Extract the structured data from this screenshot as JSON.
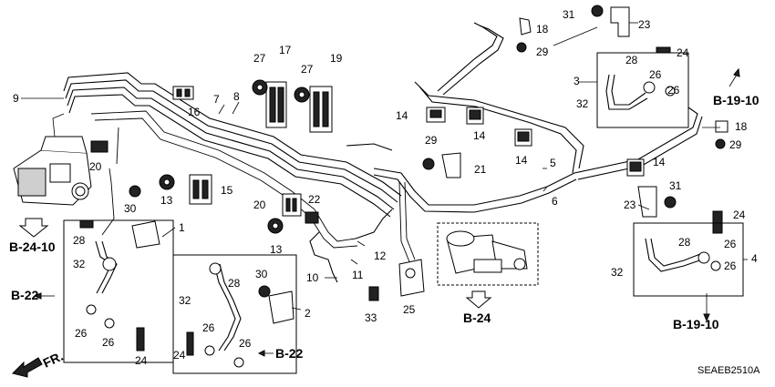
{
  "callouts": {
    "c1": "1",
    "c2": "2",
    "c3": "3",
    "c4": "4",
    "c5": "5",
    "c6": "6",
    "c7": "7",
    "c8": "8",
    "c9": "9",
    "c10a": "10",
    "c11": "11",
    "c12": "12",
    "c13a": "13",
    "c13b": "13",
    "c14a": "14",
    "c14b": "14",
    "c14c": "14",
    "c14d": "14",
    "c15": "15",
    "c16": "16",
    "c17": "17",
    "c18a": "18",
    "c18b": "18",
    "c19": "19",
    "c20a": "20",
    "c20b": "20",
    "c21": "21",
    "c22": "22",
    "c23a": "23",
    "c23b": "23",
    "c24a": "24",
    "c24b": "24",
    "c24c": "24",
    "c24d": "24",
    "c25": "25",
    "c26a": "26",
    "c26b": "26",
    "c26c": "26",
    "c26d": "26",
    "c26e": "26",
    "c26f": "26",
    "c26g": "26",
    "c26h": "26",
    "c27a": "27",
    "c27b": "27",
    "c28a": "28",
    "c28b": "28",
    "c28c": "28",
    "c28d": "28",
    "c29a": "29",
    "c29b": "29",
    "c29c": "29",
    "c30a": "30",
    "c30b": "30",
    "c31a": "31",
    "c31b": "31",
    "c32a": "32",
    "c32b": "32",
    "c32c": "32",
    "c32d": "32",
    "c33": "33"
  },
  "references": {
    "b24_10": "B-24-10",
    "b22_left": "B-22",
    "b22_bottom": "B-22",
    "b24": "B-24",
    "b19_10_top": "B-19-10",
    "b19_10_bottom": "B-19-10"
  },
  "fr_label": "FR.",
  "diagram_code": "SEAEB2510A"
}
